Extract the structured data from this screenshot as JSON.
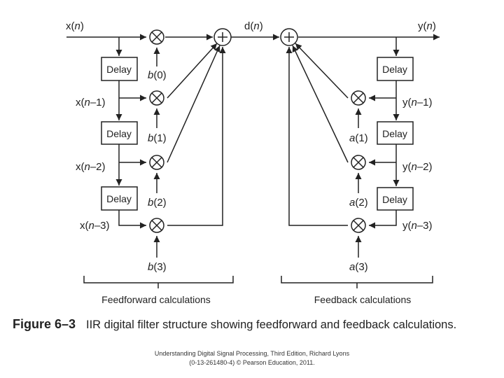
{
  "signals": {
    "input": [
      "x(",
      "n",
      ")"
    ],
    "mid": [
      "d(",
      "n",
      ")"
    ],
    "output": [
      "y(",
      "n",
      ")"
    ],
    "x1": [
      "x(",
      "n",
      "–1)"
    ],
    "x2": [
      "x(",
      "n",
      "–2)"
    ],
    "x3": [
      "x(",
      "n",
      "–3)"
    ],
    "y1": [
      "y(",
      "n",
      "–1)"
    ],
    "y2": [
      "y(",
      "n",
      "–2)"
    ],
    "y3": [
      "y(",
      "n",
      "–3)"
    ]
  },
  "coefficients": {
    "b0": [
      "b",
      "(0)"
    ],
    "b1": [
      "b",
      "(1)"
    ],
    "b2": [
      "b",
      "(2)"
    ],
    "b3": [
      "b",
      "(3)"
    ],
    "a1": [
      "a",
      "(1)"
    ],
    "a2": [
      "a",
      "(2)"
    ],
    "a3": [
      "a",
      "(3)"
    ]
  },
  "delay_label": "Delay",
  "sections": {
    "feedforward": "Feedforward calculations",
    "feedback": "Feedback calculations"
  },
  "caption": {
    "number": "Figure 6–3",
    "text": "IIR digital filter structure showing feedforward and feedback calculations."
  },
  "credit": {
    "line1": "Understanding Digital Signal Processing, Third Edition, Richard Lyons",
    "line2": "(0-13-261480-4) © Pearson Education, 2011."
  }
}
